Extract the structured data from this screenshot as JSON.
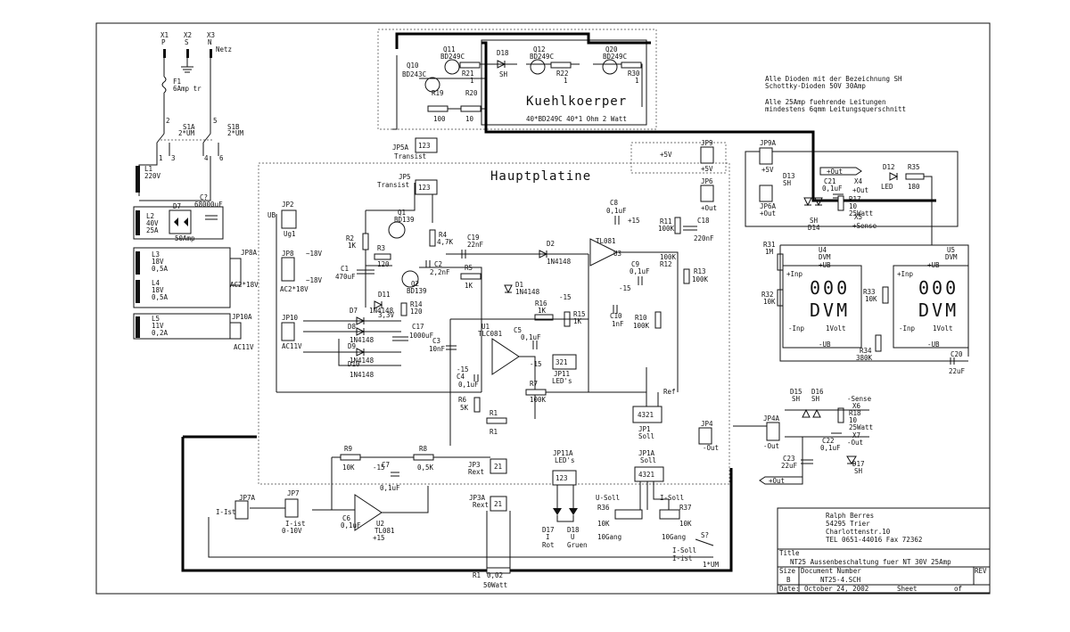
{
  "mains": {
    "x1": "X1",
    "p": "P",
    "x2": "X2",
    "s": "S",
    "x3": "X3",
    "n": "N",
    "netz": "Netz",
    "f1": "F1",
    "f1_val": "6Amp tr",
    "s1a": "S1A",
    "s1a_val": "2*UM",
    "s1b": "S1B",
    "s1b_val": "2*UM",
    "l1": "L1",
    "l1_val": "220V",
    "p2": "2",
    "p1": "1",
    "p3": "3",
    "p5": "5",
    "p4": "4",
    "p6": "6"
  },
  "power": {
    "l2": "L2",
    "l2_v": "40V",
    "l2_a": "25A",
    "d7": "D7",
    "d7_val": "50Amp",
    "c7": "C?",
    "c7_val": "68000uF",
    "l3": "L3",
    "l3_v": "18V",
    "l3_a": "0,5A",
    "l4": "L4",
    "l4_v": "18V",
    "l4_a": "0,5A",
    "l5": "L5",
    "l5_v": "11V",
    "l5_a": "0,2A",
    "jp8a": "JP8A",
    "jp8a_val": "AC2*18V",
    "jp10a": "JP10A",
    "jp10a_val": "AC11V"
  },
  "heatsink": {
    "q10": "Q10",
    "q10_val": "BD243C",
    "q11": "Q11",
    "q11_val": "BD249C",
    "d18": "D18",
    "d18_val": "SH",
    "q12": "Q12",
    "q12_val": "BD249C",
    "q20": "Q20",
    "q20_val": "BD249C",
    "r21": "R21",
    "r22": "R22",
    "r30": "R30",
    "one": "1",
    "r19": "R19",
    "r19_val": "100",
    "r20": "R20",
    "r20_val": "10",
    "title": "Kuehlkoerper",
    "note": "40*BD249C 40*1 Ohm 2 Watt",
    "jp5a": "JP5A",
    "jp5a_pins": "123",
    "transist": "Transist"
  },
  "notes": {
    "line1": "Alle Dioden mit der Bezeichnung SH",
    "line2": "Schottky-Dioden 50V 30Amp",
    "line3": "Alle 25Amp fuehrende Leitungen",
    "line4": "mindestens 6qmm Leitungsquerschnitt"
  },
  "main": {
    "title": "Hauptplatine",
    "jp5": "JP5",
    "jp5_val": "Transist",
    "jp5_pins": "123",
    "jp2": "JP2",
    "jp2_ub": "UB",
    "jp2_ug": "Ug1",
    "jp8": "JP8",
    "jp8_val": "AC2*18V",
    "plus18": "~18V",
    "minus18": "~18V",
    "jp10": "JP10",
    "jp10_val": "AC11V",
    "q1": "Q1",
    "q1_val": "BD139",
    "q2": "Q2",
    "q2_val": "BD139",
    "r2": "R2",
    "r2_val": "1K",
    "r3": "R3",
    "r3_val": "120",
    "r4": "R4",
    "r4_val": "4,7K",
    "c1": "C1",
    "c1_val": "470uF",
    "c2": "C2",
    "c2_val": "2,2nF",
    "c19": "C19",
    "c19_val": "22nF",
    "r5": "R5",
    "r5_val": "1K",
    "d1": "D1",
    "d1_val": "1N4148",
    "d2": "D2",
    "d2_val": "1N4148",
    "d11": "D11",
    "d11_val": "3,3V",
    "r14": "R14",
    "r14_val": "120",
    "d8": "D8",
    "d9": "D9",
    "d10": "D10",
    "dval": "1N4148",
    "c17": "C17",
    "c17_val": "1000uF",
    "c8": "C8",
    "c8_val": "0,1uF",
    "plus15": "+15",
    "minus15": "-15",
    "u3": "U3",
    "u3_val": "TL081",
    "c9": "C9",
    "c9_val": "0,1uF",
    "r11": "R11",
    "r11_val": "100K",
    "r12": "R12",
    "r12_val": "100K",
    "r13": "R13",
    "r13_val": "100K",
    "c18": "C18",
    "c18_val": "220nF",
    "jp6": "JP6",
    "jp6_val": "+Out",
    "jp9": "JP9",
    "jp9_val": "+5V",
    "plus5": "+5V",
    "r16": "R16",
    "r16_val": "1K",
    "r15": "R15",
    "r15_val": "1K",
    "c10": "C10",
    "c10_val": "1nF",
    "r10": "R10",
    "r10_val": "100K",
    "u1": "U1",
    "u1_val": "TLC081",
    "c5": "C5",
    "c5_val": "0,1uF",
    "c3": "C3",
    "c3_val": "10nF",
    "c4": "C4",
    "c4_val": "0,1uF",
    "jp11": "JP11",
    "jp11_val": "LED's",
    "jp11_pins": "321",
    "r7": "R7",
    "r7_val": "100K",
    "r6": "R6",
    "r6_val": "5K",
    "ref": "Ref",
    "jp1": "JP1",
    "jp1_val": "Soll",
    "jp1_pins": "4321",
    "jp4": "JP4",
    "jp4_val": "-Out",
    "r1": "R1",
    "r8": "R8",
    "r8_val": "0,5K",
    "r9": "R9",
    "r9_val": "10K",
    "c7": "C7",
    "c7_val": "0,1uF",
    "c6": "C6",
    "c6_val": "0,1uF",
    "u2": "U2",
    "u2_val": "TL081",
    "jp3": "JP3",
    "jp3_val": "Rext",
    "jp3_pins": "21",
    "jp7": "JP7",
    "jp7_val": "I-ist",
    "jp7_range": "0-10V"
  },
  "outside": {
    "jp7a": "JP7A",
    "jp7a_val": "I-Ist",
    "jp3a": "JP3A",
    "jp3a_val": "Rext",
    "jp3a_pins": "21",
    "jp11a": "JP11A",
    "jp11a_val": "LED's",
    "jp11a_pins": "123",
    "d17": "D17",
    "d17_val": "I",
    "d17_col": "Rot",
    "d18": "D18",
    "d18_val": "U",
    "d18_col": "Gruen",
    "jp1a": "JP1A",
    "jp1a_val": "Soll",
    "jp1a_pins": "4321",
    "usoll": "U-Soll",
    "isoll": "I-Soll",
    "r36": "R36",
    "r37": "R37",
    "r3x_val": "10K",
    "gang": "10Gang",
    "s": "S?",
    "isoll2": "I-Soll",
    "iist": "I-ist",
    "um": "1*UM",
    "r1": "R1",
    "r1_val": "0,02",
    "r1_w": "50Watt"
  },
  "right": {
    "jp9a": "JP9A",
    "jp9a_val": "+5V",
    "jp6a": "JP6A",
    "jp6a_val": "+Out",
    "d13": "D13",
    "d13_val": "SH",
    "d14": "D14",
    "d14_val": "SH",
    "c21": "C21",
    "c21_val": "0,1uF",
    "x4": "X4",
    "x4_val": "+Out",
    "x5": "X5",
    "x5_val": "+Sense",
    "r17": "R17",
    "r17_val": "10",
    "r17_w": "25Watt",
    "d12": "D12",
    "d12_val": "LED",
    "r35": "R35",
    "r35_val": "180",
    "plusout": "+Out",
    "r31": "R31",
    "r31_val": "1M",
    "r32": "R32",
    "r32_val": "10K",
    "r33": "R33",
    "r33_val": "10K",
    "r34": "R34",
    "r34_val": "380K",
    "u4": "U4",
    "u4_val": "DVM",
    "u5": "U5",
    "u5_val": "DVM",
    "dvm_digits": "000",
    "dvm_label": "DVM",
    "inp": "+Inp",
    "minp": "-Inp",
    "ub": "+UB",
    "mub": "-UB",
    "volt": "1Volt",
    "c20": "C20",
    "c20_val": "22uF",
    "d15": "D15",
    "d16": "D16",
    "sh": "SH",
    "msense": "-Sense",
    "x6": "X6",
    "x7": "X7",
    "mout": "-Out",
    "r18": "R18",
    "r18_val": "10",
    "r18_w": "25Watt",
    "c22": "C22",
    "c22_val": "0,1uF",
    "c23": "C23",
    "c23_val": "22uF",
    "d17": "D17",
    "d17_val": "SH",
    "jp4a": "JP4A",
    "jp4a_val": "-Out"
  },
  "titleblock": {
    "author": "Ralph Berres",
    "city": "54295 Trier",
    "street": "Charlottenstr.10",
    "tel": "TEL 0651-44016 Fax 72362",
    "title_lbl": "Title",
    "title": "NT25 Aussenbeschaltung fuer NT 30V 25Amp",
    "size_lbl": "Size",
    "size": "B",
    "docnum_lbl": "Document Number",
    "docnum": "NT25-4.SCH",
    "rev_lbl": "REV",
    "date_lbl": "Date:",
    "date": "October 24, 2002",
    "sheet_lbl": "Sheet",
    "of": "of"
  }
}
